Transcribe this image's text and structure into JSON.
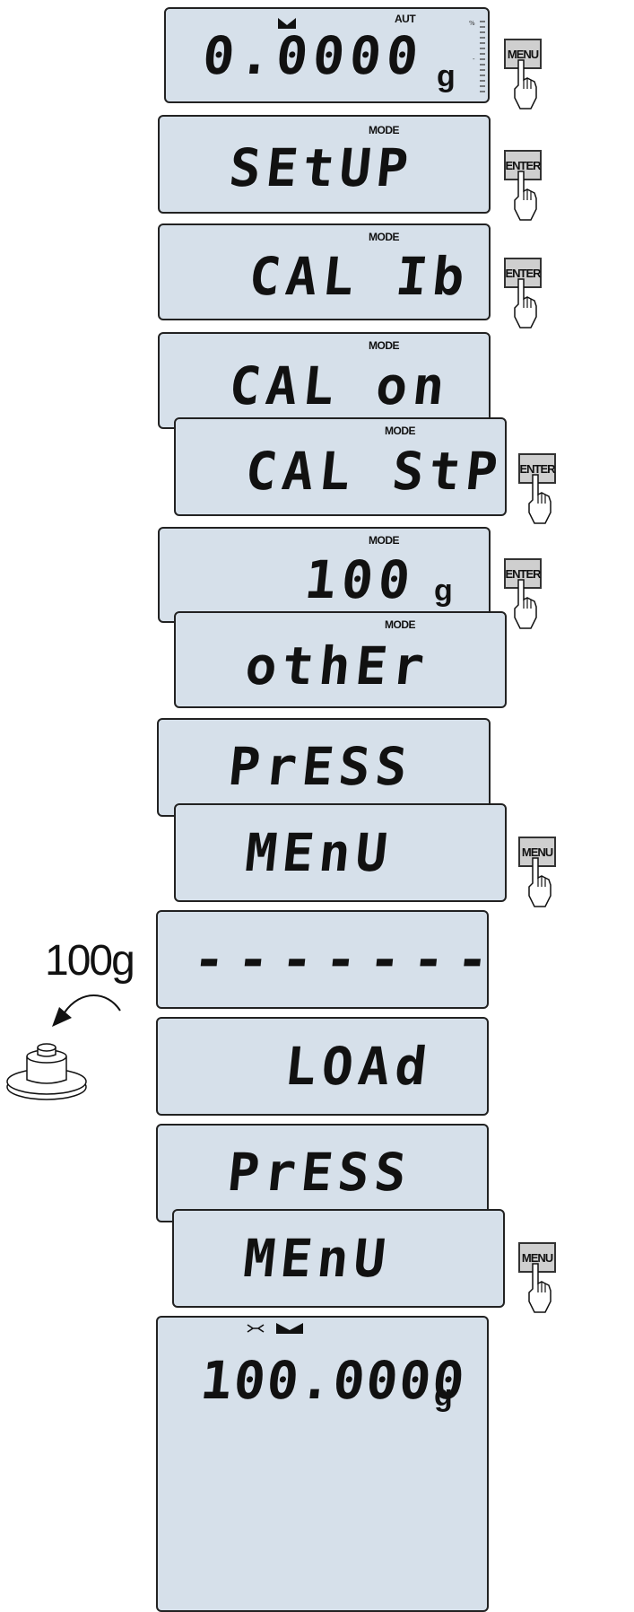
{
  "displays": [
    {
      "text": "0.0000",
      "unit": "g",
      "tag": "AUT"
    },
    {
      "text": "SEtUP",
      "tag": "MODE"
    },
    {
      "text": "CAL Ib",
      "tag": "MODE"
    },
    {
      "text": "CAL on",
      "tag": "MODE"
    },
    {
      "text": "CAL StP",
      "tag": "MODE"
    },
    {
      "text": "100",
      "unit": "g",
      "tag": "MODE"
    },
    {
      "text": "othEr",
      "tag": "MODE"
    },
    {
      "text": "PrESS"
    },
    {
      "text": "MEnU"
    },
    {
      "text": "-------"
    },
    {
      "text": "LOAd"
    },
    {
      "text": "PrESS"
    },
    {
      "text": "MEnU"
    },
    {
      "text": "100.0000",
      "unit": "g"
    }
  ],
  "keys": {
    "menu": "MENU",
    "enter": "ENTER"
  },
  "weight_label": "100g"
}
